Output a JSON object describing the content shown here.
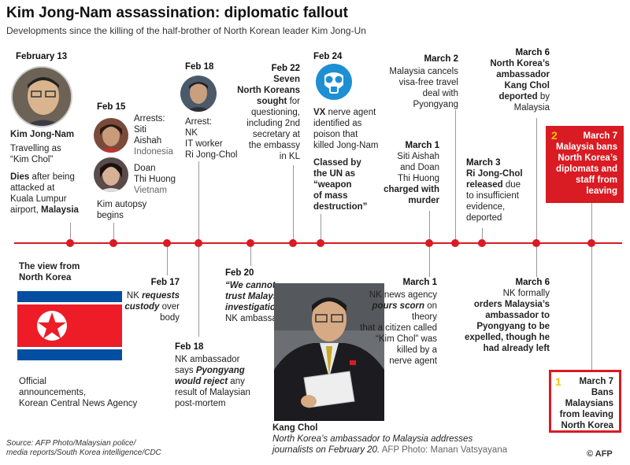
{
  "header": {
    "title": "Kim Jong-Nam assassination: diplomatic fallout",
    "subtitle": "Developments since the killing of the half-brother of North Korean leader Kim Jong-Un"
  },
  "feb13": {
    "date": "February 13",
    "name": "Kim Jong-Nam",
    "l1": "Travelling as",
    "l2": "“Kim Chol”",
    "l3a": "Dies",
    "l3b": " after being",
    "l4": "attacked at",
    "l5": "Kuala Lumpur",
    "l6a": "airport, ",
    "l6b": "Malaysia"
  },
  "feb15": {
    "date": "Feb 15",
    "arrests": "Arrests:",
    "p1a": "Siti",
    "p1b": "Aishah",
    "p1c": "Indonesia",
    "p2a": "Doan",
    "p2b": "Thi Huong",
    "p2c": "Vietnam",
    "autopsy1": "Kim autopsy",
    "autopsy2": "begins"
  },
  "feb18a": {
    "date": "Feb 18",
    "l1": "Arrest:",
    "l2": "NK",
    "l3": "IT worker",
    "l4": "Ri Jong-Chol"
  },
  "feb22": {
    "date": "Feb 22",
    "l1": "Seven",
    "l2": "North Koreans",
    "l3a": "sought",
    "l3b": " for",
    "l4": "questioning,",
    "l5": "including 2nd",
    "l6": "secretary at",
    "l7": "the embassy",
    "l8": "in KL"
  },
  "feb24": {
    "date": "Feb 24",
    "l1a": "VX",
    "l1b": " nerve agent",
    "l2": "identified as",
    "l3": "poison that",
    "l4": "killed Jong-Nam",
    "l5": "Classed by",
    "l6": "the UN as",
    "l7": "“weapon",
    "l8": "of mass",
    "l9": "destruction”"
  },
  "mar1a": {
    "date": "March 1",
    "l1": "Siti Aishah",
    "l2": "and Doan",
    "l3": "Thi Huong",
    "l4": "charged with",
    "l5": "murder"
  },
  "mar2": {
    "date": "March 2",
    "l1": "Malaysia cancels",
    "l2": "visa-free travel",
    "l3": "deal with",
    "l4": "Pyongyang"
  },
  "mar3": {
    "date": "March 3",
    "l1": "Ri Jong-Chol",
    "l2a": "released",
    "l2b": " due",
    "l3": "to insufficient",
    "l4": "evidence,",
    "l5": "deported"
  },
  "mar6a": {
    "date": "March 6",
    "l1": "North Korea’s",
    "l2": "ambassador",
    "l3": "Kang Chol",
    "l4": "deported",
    "l4b": " by",
    "l5": "Malaysia"
  },
  "mar7a": {
    "num": "2",
    "l1": "March 7",
    "l2": "Malaysia bans",
    "l3": "North Korea’s",
    "l4": "diplomats and",
    "l5": "staff from",
    "l6": "leaving"
  },
  "nk_view": {
    "l1": "The view from",
    "l2": "North Korea",
    "src1": "Official",
    "src2": "announcements,",
    "src3": "Korean Central News Agency"
  },
  "feb17": {
    "date": "Feb 17",
    "l1a": "NK ",
    "l1b": "requests",
    "l2a": "custody",
    "l2b": " over",
    "l3": "body"
  },
  "feb18b": {
    "date": "Feb 18",
    "l1": "NK ambassador",
    "l2": "says ",
    "l2b": "Pyongyang",
    "l3a": "would reject",
    "l3b": " any",
    "l4": "result of Malaysian",
    "l5": "post-mortem"
  },
  "feb20": {
    "date": "Feb 20",
    "l1": "“We cannot",
    "l2": "trust Malaysian",
    "l3": "investigation”",
    "l3b": ":",
    "l4": "NK ambassador"
  },
  "mar1b": {
    "date": "March 1",
    "l1": "NK news agency",
    "l2a": "pours scorn",
    "l2b": " on theory",
    "l3": "that a citizen called",
    "l4": "“Kim Chol” was",
    "l5": "killed by a",
    "l6": "nerve agent"
  },
  "mar6b": {
    "date": "March 6",
    "l1": "NK formally",
    "l2": "orders Malaysia’s",
    "l3": "ambassador to",
    "l4": "Pyongyang to be",
    "l5": "expelled, though he",
    "l6": "had already left"
  },
  "mar7b": {
    "num": "1",
    "l1": "March 7",
    "l2": "Bans",
    "l3": "Malaysians",
    "l4": "from leaving",
    "l5": "North Korea"
  },
  "caption": {
    "name": "Kang Chol",
    "l1": "North Korea’s ambassador to Malaysia addresses",
    "l2": "journalists on February 20.",
    "credit": " AFP Photo: Manan Vatsyayana"
  },
  "footer": {
    "source1": "Source: AFP Photo/Malaysian police/",
    "source2": "media reports/South Korea intelligence/CDC",
    "logo": "© AFP"
  },
  "colors": {
    "accent_red": "#d91b23",
    "highlight_yellow": "#f5c400",
    "flag_blue": "#024fa2",
    "flag_red": "#ed1c27"
  }
}
